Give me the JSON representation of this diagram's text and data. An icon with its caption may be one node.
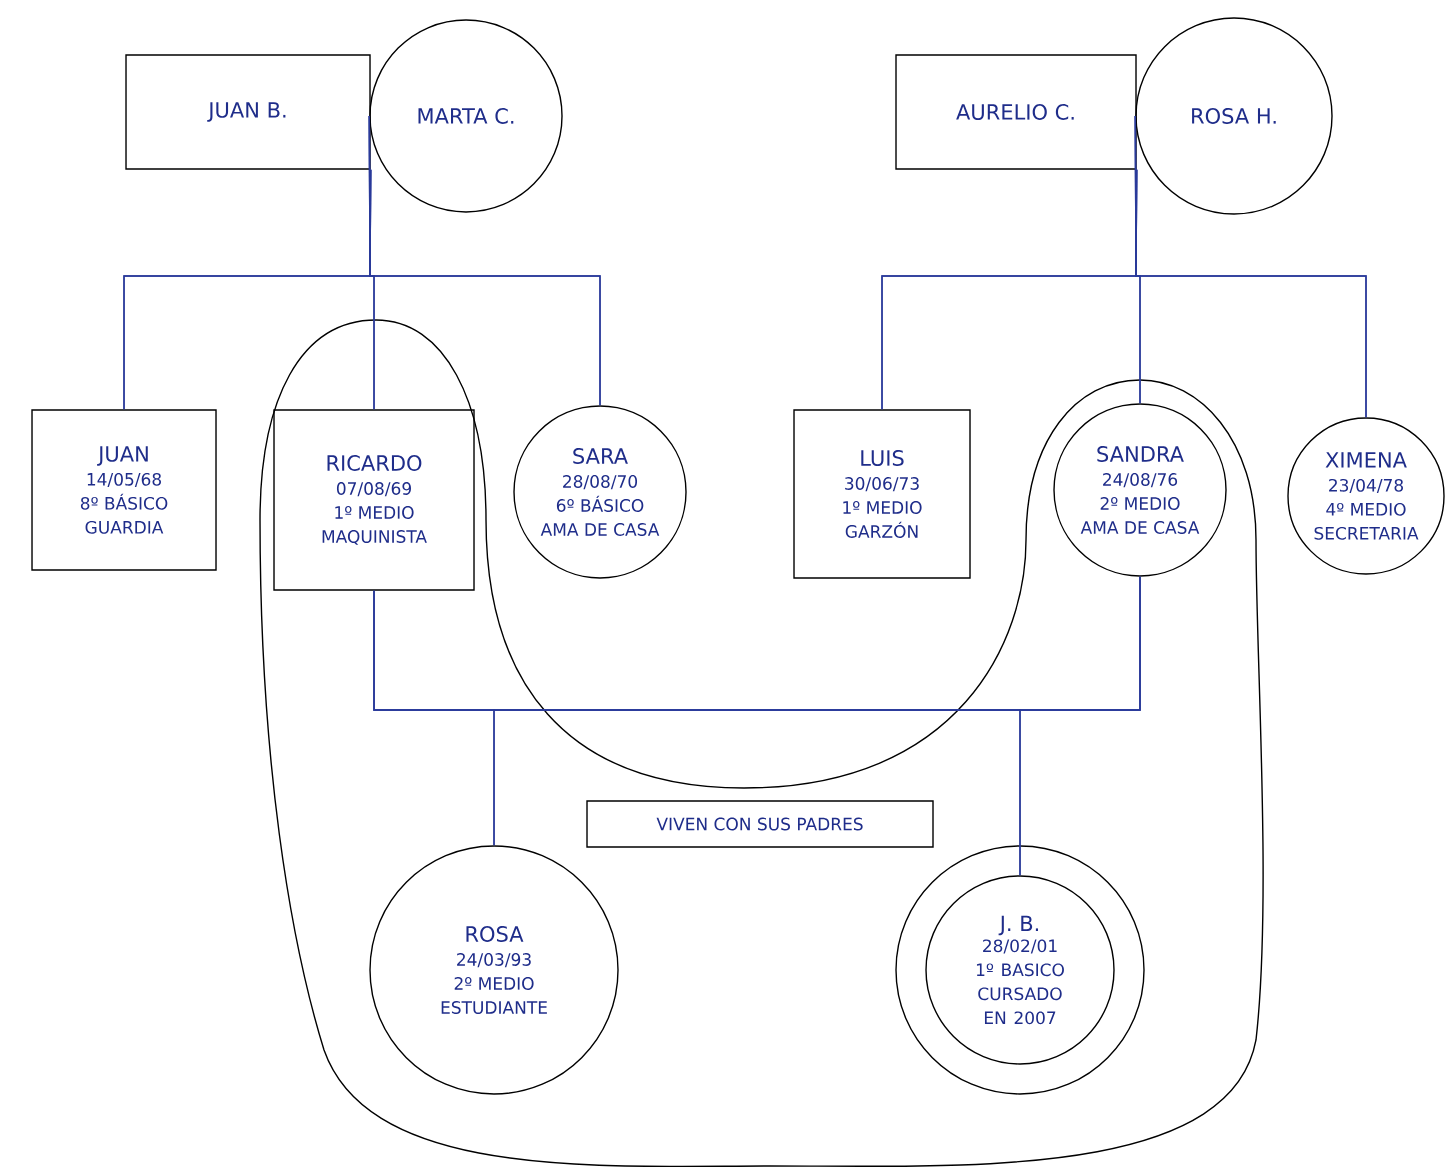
{
  "diagram": {
    "nodes": [
      {
        "text": [
          "JUAN B."
        ]
      },
      {
        "text": [
          "MARTA C."
        ]
      },
      {
        "text": [
          "AURELIO C."
        ]
      },
      {
        "text": [
          "ROSA H."
        ]
      },
      {
        "text": [
          "JUAN",
          "14/05/68",
          "8º BÁSICO",
          "GUARDIA"
        ]
      },
      {
        "text": [
          "RICARDO",
          "07/08/69",
          "1º MEDIO",
          "MAQUINISTA"
        ]
      },
      {
        "text": [
          "SARA",
          "28/08/70",
          "6º BÁSICO",
          "AMA DE CASA"
        ]
      },
      {
        "text": [
          "LUIS",
          "30/06/73",
          "1º MEDIO",
          "GARZÓN"
        ]
      },
      {
        "text": [
          "SANDRA",
          "24/08/76",
          "2º MEDIO",
          "AMA DE CASA"
        ]
      },
      {
        "text": [
          "XIMENA",
          "23/04/78",
          "4º MEDIO",
          "SECRETARIA"
        ]
      },
      {
        "text": [
          "VIVEN CON SUS PADRES"
        ]
      },
      {
        "text": [
          "ROSA",
          "24/03/93",
          "2º MEDIO",
          "ESTUDIANTE"
        ]
      },
      {
        "text": [
          "J. B.",
          "28/02/01",
          "1º BASICO CURSADO EN 2007"
        ]
      }
    ],
    "edges": [
      {
        "from": 0,
        "to": 4,
        "arrow": "none"
      },
      {
        "from": 0,
        "to": 5,
        "arrow": "none"
      },
      {
        "from": 0,
        "to": 6,
        "arrow": "none"
      },
      {
        "from": 1,
        "to": 4,
        "arrow": "none"
      },
      {
        "from": 1,
        "to": 5,
        "arrow": "none"
      },
      {
        "from": 1,
        "to": 6,
        "arrow": "none"
      },
      {
        "from": 2,
        "to": 7,
        "arrow": "none"
      },
      {
        "from": 2,
        "to": 8,
        "arrow": "none"
      },
      {
        "from": 2,
        "to": 9,
        "arrow": "none"
      },
      {
        "from": 3,
        "to": 7,
        "arrow": "none"
      },
      {
        "from": 3,
        "to": 8,
        "arrow": "none"
      },
      {
        "from": 3,
        "to": 9,
        "arrow": "none"
      },
      {
        "from": 5,
        "to": 8,
        "arrow": "none"
      },
      {
        "from": 5,
        "to": 11,
        "arrow": "none"
      },
      {
        "from": 5,
        "to": 12,
        "arrow": "none"
      },
      {
        "from": 8,
        "to": 11,
        "arrow": "none"
      },
      {
        "from": 8,
        "to": 12,
        "arrow": "none"
      }
    ]
  }
}
